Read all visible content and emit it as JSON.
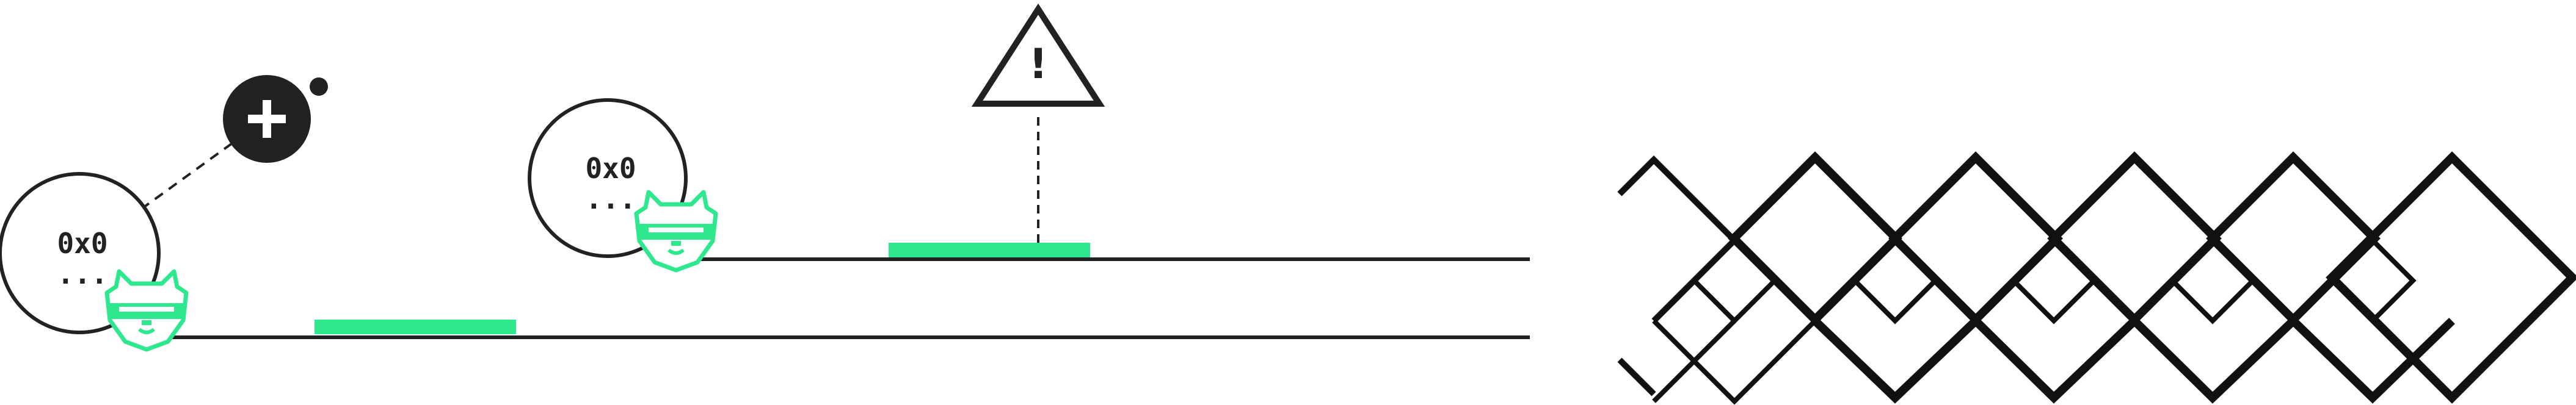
{
  "accounts": [
    {
      "address": "0x0",
      "ellipsis": "..."
    },
    {
      "address": "0x0",
      "ellipsis": "..."
    }
  ],
  "add_button": {
    "symbol": "+"
  },
  "warning": {
    "symbol": "!"
  },
  "colors": {
    "ink": "#222222",
    "accent": "#2ee88e",
    "background": "#ffffff"
  },
  "icons": [
    "plus-icon",
    "warning-triangle-icon",
    "avatar-icon",
    "diamond-lattice-pattern"
  ]
}
